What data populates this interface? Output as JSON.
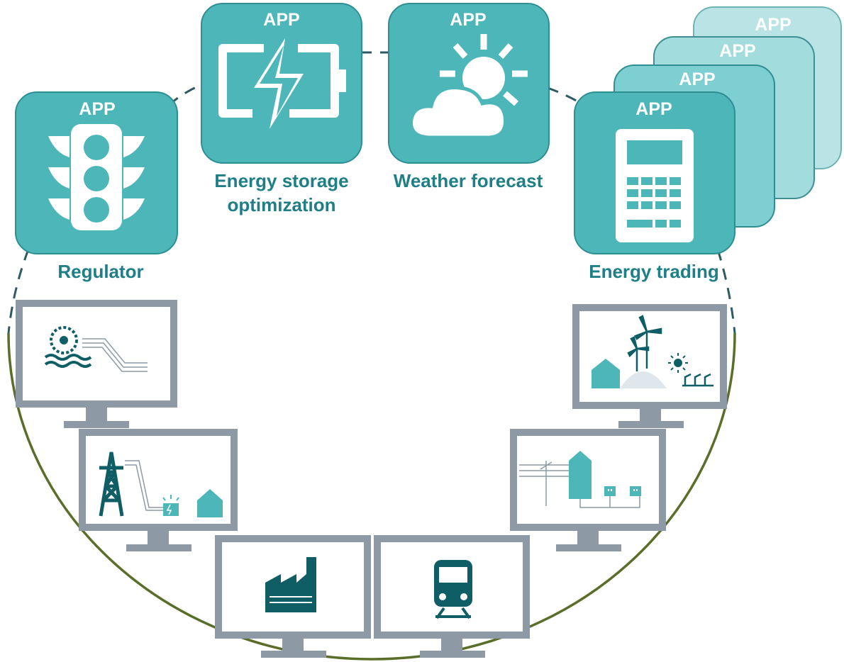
{
  "apps": [
    {
      "app_label": "APP",
      "caption": [
        "Regulator"
      ],
      "icon": "traffic-light-icon"
    },
    {
      "app_label": "APP",
      "caption": [
        "Energy storage",
        "optimization"
      ],
      "icon": "battery-bolt-icon"
    },
    {
      "app_label": "APP",
      "caption": [
        "Weather forecast"
      ],
      "icon": "sun-cloud-icon"
    },
    {
      "app_label": "APP",
      "caption": [
        "Energy trading"
      ],
      "icon": "calculator-icon"
    }
  ],
  "stacked_app_labels": [
    "APP",
    "APP",
    "APP"
  ],
  "monitors": [
    {
      "icon": "hydropower-icon"
    },
    {
      "icon": "transmission-storage-icon"
    },
    {
      "icon": "factory-icon"
    },
    {
      "icon": "train-icon"
    },
    {
      "icon": "distribution-grid-icon"
    },
    {
      "icon": "wind-solar-icon"
    }
  ],
  "colors": {
    "app_tile": "#4db6b9",
    "app_tile_border": "#2e8e93",
    "caption_text": "#1e7f86",
    "monitor_frame": "#8d9aa6",
    "dark_teal": "#0f5e66",
    "arc_line": "#5a6e2a"
  }
}
